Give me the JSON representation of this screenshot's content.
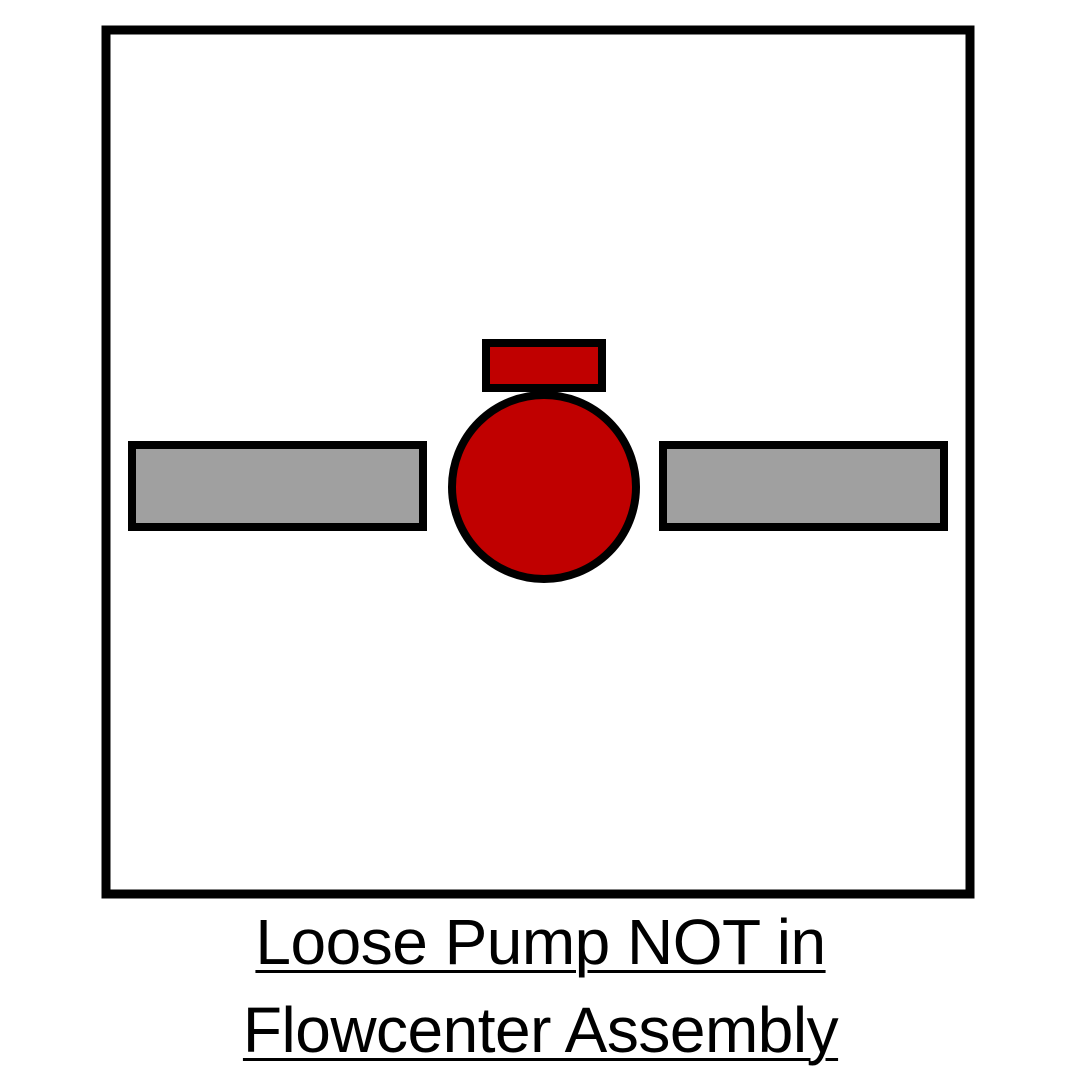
{
  "caption": {
    "line1": "Loose Pump NOT in",
    "line2": "Flowcenter Assembly"
  },
  "colors": {
    "pump": "#c00000",
    "pipe": "#a0a0a0",
    "outline": "#000000",
    "background": "#ffffff"
  },
  "diagram": {
    "components": [
      "frame",
      "left-pipe",
      "right-pipe",
      "pump-body",
      "pump-motor"
    ]
  }
}
